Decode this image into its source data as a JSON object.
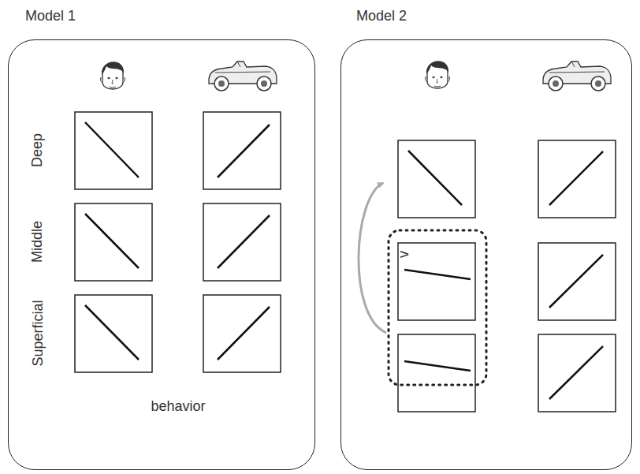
{
  "diagram": {
    "nodes": [
      {
        "text": [
          "Model 1"
        ]
      },
      {
        "text": [
          "Model 2"
        ]
      }
    ],
    "labels": [
      "Deep",
      "Middle",
      "Superficial",
      "behavior",
      "v"
    ]
  }
}
